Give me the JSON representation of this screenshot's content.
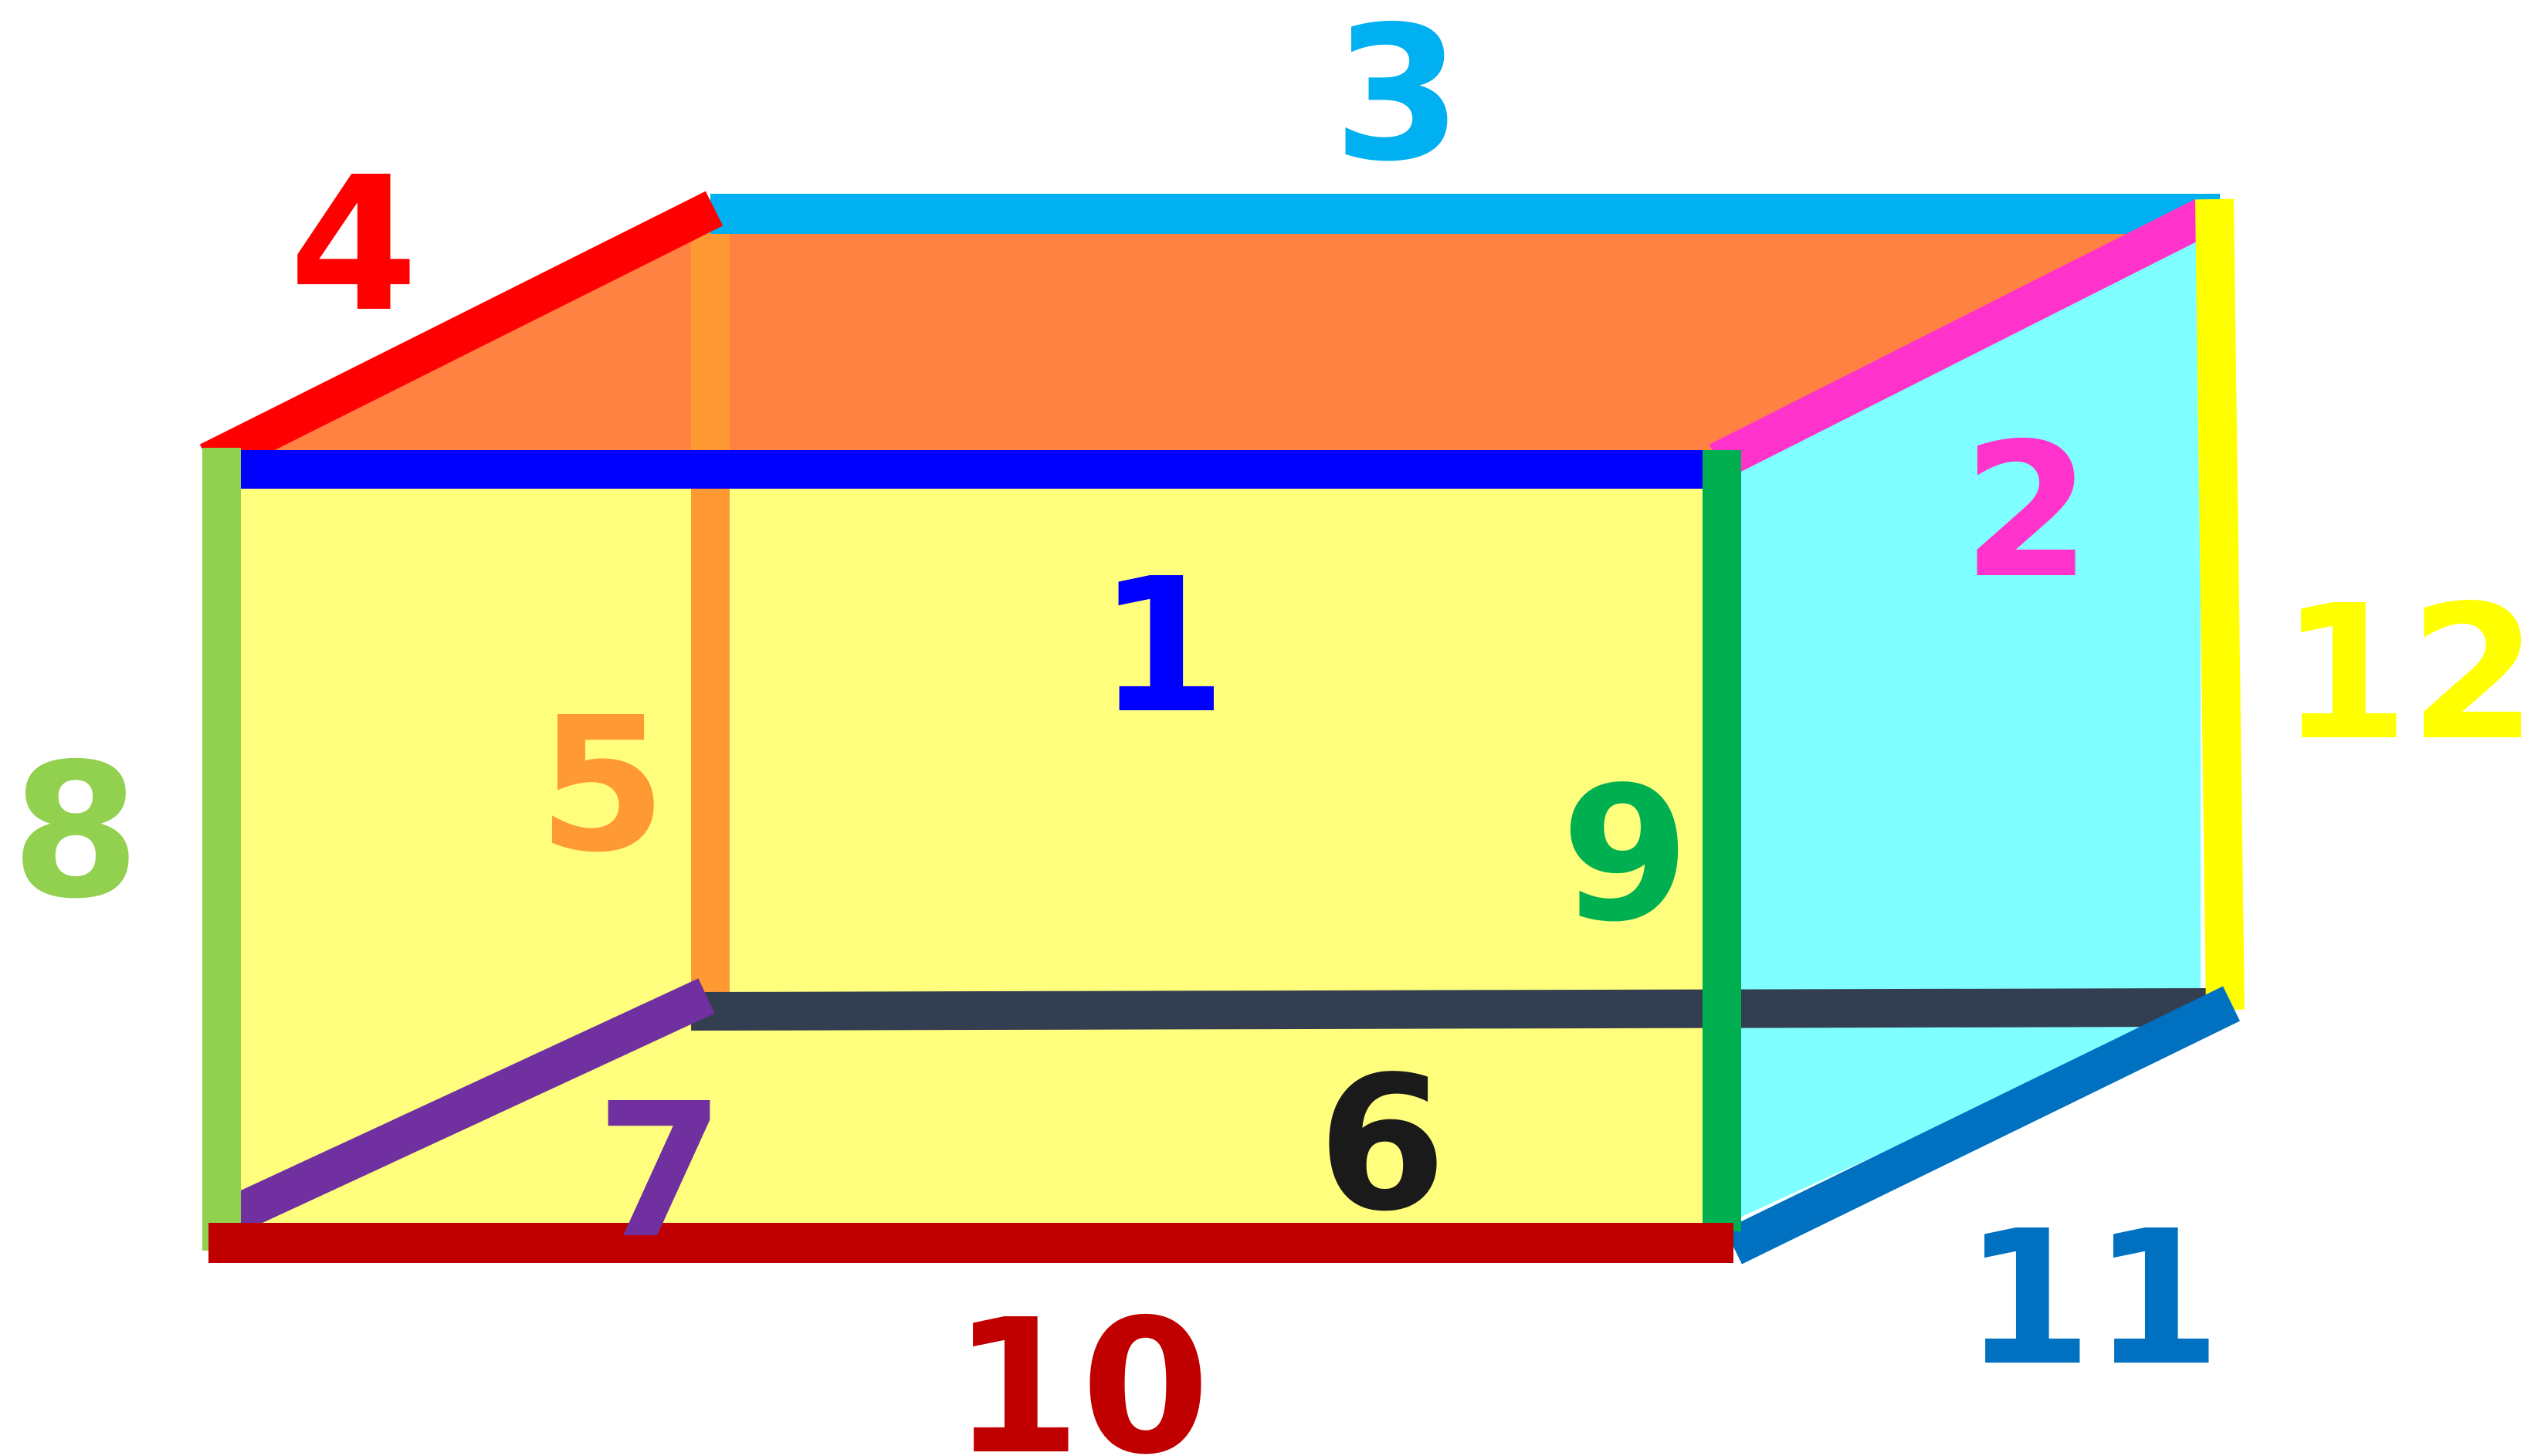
{
  "colors": {
    "background": "#ffffff",
    "top_face": "#ff8243",
    "front_face": "#ffff7d",
    "right_face": "#7fffff"
  },
  "edges": [
    {
      "id": "edge-1",
      "label": "1",
      "color": "#0000ff"
    },
    {
      "id": "edge-2",
      "label": "2",
      "color": "#ff33cc"
    },
    {
      "id": "edge-3",
      "label": "3",
      "color": "#00b0f0"
    },
    {
      "id": "edge-4",
      "label": "4",
      "color": "#ff0000"
    },
    {
      "id": "edge-5",
      "label": "5",
      "color": "#ff9933"
    },
    {
      "id": "edge-6",
      "label": "6",
      "color": "#333f50"
    },
    {
      "id": "edge-7",
      "label": "7",
      "color": "#7030a0"
    },
    {
      "id": "edge-8",
      "label": "8",
      "color": "#92d050"
    },
    {
      "id": "edge-9",
      "label": "9",
      "color": "#00b050"
    },
    {
      "id": "edge-10",
      "label": "10",
      "color": "#c00000"
    },
    {
      "id": "edge-11",
      "label": "11",
      "color": "#0070c0"
    },
    {
      "id": "edge-12",
      "label": "12",
      "color": "#ffff00"
    }
  ],
  "label_colors": {
    "edge-6": "#1a1a1a"
  }
}
